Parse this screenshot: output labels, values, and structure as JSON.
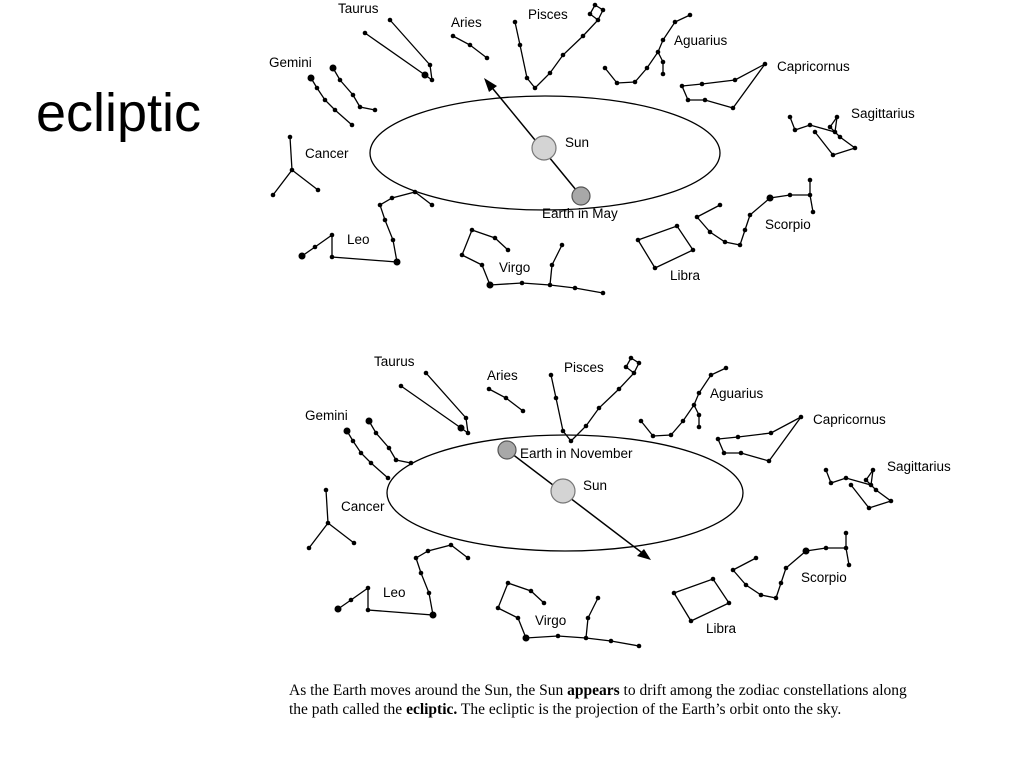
{
  "slide": {
    "title": "ecliptic"
  },
  "diagrams": [
    {
      "constellations": {
        "taurus": "Taurus",
        "aries": "Aries",
        "pisces": "Pisces",
        "aquarius": "Aguarius",
        "capricornus": "Capricornus",
        "sagittarius": "Sagittarius",
        "gemini": "Gemini",
        "cancer": "Cancer",
        "leo": "Leo",
        "virgo": "Virgo",
        "libra": "Libra",
        "scorpio": "Scorpio"
      },
      "sun": "Sun",
      "earth": "Earth in May"
    },
    {
      "constellations": {
        "taurus": "Taurus",
        "aries": "Aries",
        "pisces": "Pisces",
        "aquarius": "Aguarius",
        "capricornus": "Capricornus",
        "sagittarius": "Sagittarius",
        "gemini": "Gemini",
        "cancer": "Cancer",
        "leo": "Leo",
        "virgo": "Virgo",
        "libra": "Libra",
        "scorpio": "Scorpio"
      },
      "sun": "Sun",
      "earth": "Earth in November"
    }
  ],
  "caption": {
    "p1": "As the Earth moves around the Sun, the Sun ",
    "b1": "appears",
    "p2": " to drift among the zodiac constellations along the path called the ",
    "b2": "ecliptic.",
    "p3": " The ecliptic is the projection of the Earth’s orbit onto the sky."
  },
  "colors": {
    "ink": "#000000",
    "sun_fill": "#d4d4d4",
    "earth_fill": "#a8a8a8"
  }
}
